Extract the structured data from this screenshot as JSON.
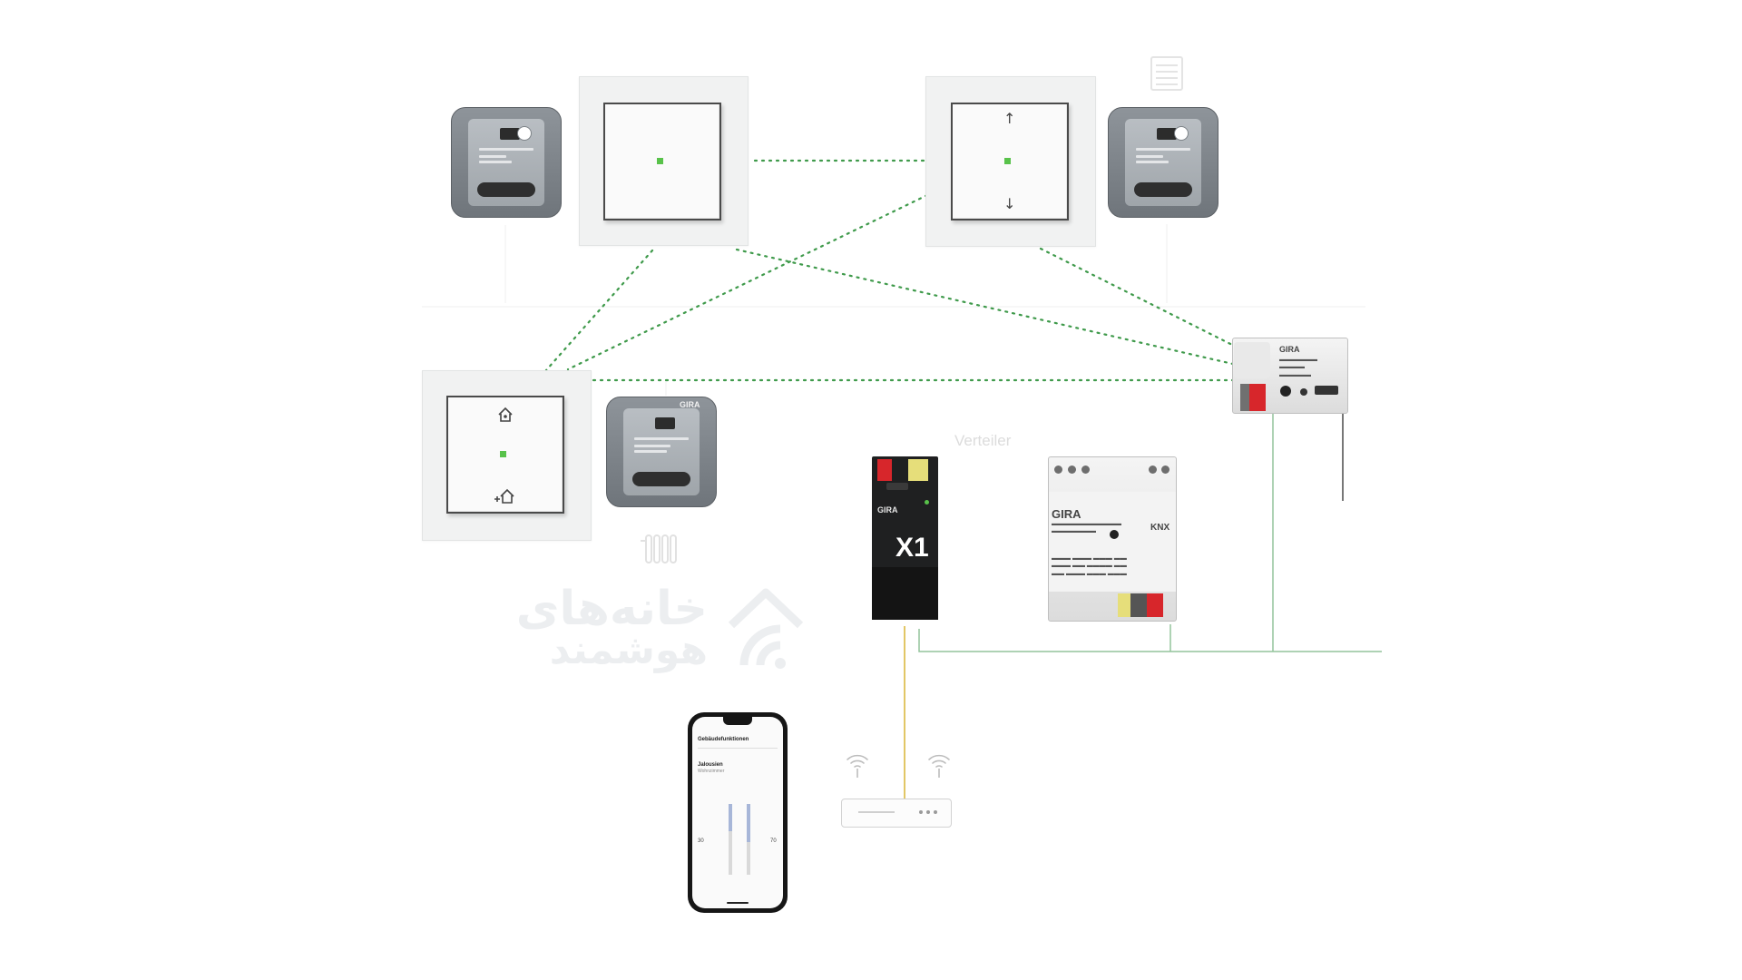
{
  "labels": {
    "distributor": "Verteiler"
  },
  "watermark": {
    "line1": "خانه‌های",
    "line2": "هوشمند"
  },
  "devices": {
    "knx_gateway": {
      "brand": "GIRA",
      "name": "X1"
    },
    "power_supply": {
      "brand": "GIRA",
      "standard": "KNX"
    },
    "rf_coupler": {
      "brand": "GIRA"
    },
    "insert_brand": "GIRA"
  },
  "phone_app": {
    "header": "Gebäudefunktionen",
    "item_title": "Jalousien",
    "item_subtitle": "Wohnzimmer",
    "slider_min": "30",
    "slider_max": "70"
  },
  "colors": {
    "radio_link": "#3f9a4b",
    "bus_line": "#93c49b",
    "ip_line": "#e2c766",
    "led": "#58c24a",
    "knx_red": "#d7262b",
    "knx_yellow": "#e6de7a"
  },
  "icons": {
    "up": "arrow-up-icon",
    "down": "arrow-down-icon",
    "home_present": "home-icon",
    "home_leave": "home-leave-icon",
    "wifi": "wifi-icon",
    "blind": "blind-icon",
    "radiator": "radiator-icon"
  }
}
